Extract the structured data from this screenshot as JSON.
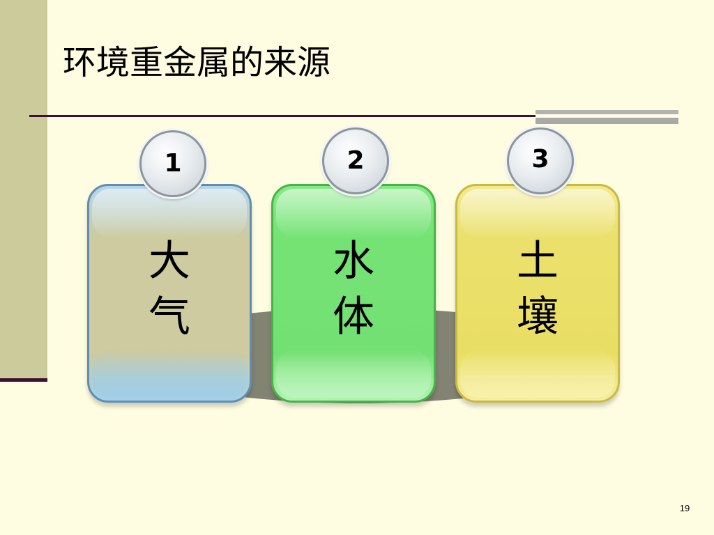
{
  "slide": {
    "title": "环境重金属的来源",
    "page_number": "19"
  },
  "sources": [
    {
      "number": "1",
      "line1": "大",
      "line2": "气",
      "color": "#CDCB9F"
    },
    {
      "number": "2",
      "line1": "水",
      "line2": "体",
      "color": "#73E073"
    },
    {
      "number": "3",
      "line1": "土",
      "line2": "壤",
      "color": "#E9DE64"
    }
  ],
  "theme": {
    "background": "#FFFDE1",
    "sidebar": "#CCCB9C",
    "accent_line": "#3D1034"
  }
}
